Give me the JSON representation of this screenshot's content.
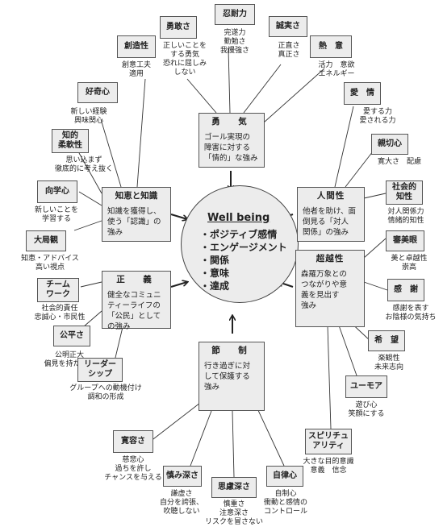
{
  "center": {
    "title": "Well being",
    "items": [
      "・ポジティブ感情",
      "・エンゲージメント",
      "・関係",
      "・意味",
      "・達成"
    ]
  },
  "virtues": {
    "courage": {
      "title": "勇　気",
      "desc": "ゴール実現の\n障害に対する\n「情的」な強み"
    },
    "wisdom": {
      "title": "知恵と知識",
      "desc": "知識を獲得し、\n使う「認識」の\n強み"
    },
    "humanity": {
      "title": "人間性",
      "desc": "他者を助け、面\n倒見る「対人\n関係」の強み"
    },
    "justice": {
      "title": "正　義",
      "desc": "健全なコミュニ\nティーライフの\n「公民」として\nの強み"
    },
    "transcendence": {
      "title": "超越性",
      "desc": "森羅万象との\nつながりや意\n義を見出す\n強み"
    },
    "temperance": {
      "title": "節　制",
      "desc": "行き過ぎに対\nして保護する\n強み"
    }
  },
  "strengths": {
    "bravery": {
      "label": "勇敢さ",
      "desc": "正しいことを\nする勇気\n恐れに屈しみ\nしない"
    },
    "perseverance": {
      "label": "忍耐力",
      "desc": "完遂力\n勤勉さ\n我慢強さ"
    },
    "honesty": {
      "label": "誠実さ",
      "desc": "正直さ\n真正さ"
    },
    "zest": {
      "label": "熱　意",
      "desc": "活力　意欲\nエネルギー"
    },
    "creativity": {
      "label": "創造性",
      "desc": "創意工夫\n適用"
    },
    "curiosity": {
      "label": "好奇心",
      "desc": "新しい経験\n興味関心"
    },
    "open_mind": {
      "label": "知的\n柔軟性",
      "desc": "思い込まず\n徹底的に考え抜く"
    },
    "love_learning": {
      "label": "向学心",
      "desc": "新しいことを\n学習する"
    },
    "perspective": {
      "label": "大局観",
      "desc": "知恵・アドバイス\n高い視点"
    },
    "love": {
      "label": "愛　情",
      "desc": "愛する力\n愛される力"
    },
    "kindness": {
      "label": "親切心",
      "desc": "寛大さ　配慮"
    },
    "social_iq": {
      "label": "社会的\n知性",
      "desc": "対人関係力\n情緒的知性"
    },
    "teamwork": {
      "label": "チーム\nワーク",
      "desc": "社会的責任\n忠誠心・市民性"
    },
    "fairness": {
      "label": "公平さ",
      "desc": "公明正大\n偏見を持たない"
    },
    "leadership": {
      "label": "リーダー\nシップ",
      "desc": "グループへの動機付け\n調和の形成"
    },
    "beauty": {
      "label": "審美眼",
      "desc": "美と卓越性\n崇高"
    },
    "gratitude": {
      "label": "感　謝",
      "desc": "感謝を表す\nお陰様の気持ち"
    },
    "hope": {
      "label": "希　望",
      "desc": "楽観性\n未来志向"
    },
    "humor": {
      "label": "ユーモア",
      "desc": "遊び心\n笑顔にする"
    },
    "spirituality": {
      "label": "スピリチュ\nアリティ",
      "desc": "大きな目的意識\n意義　信念"
    },
    "forgiveness": {
      "label": "寛容さ",
      "desc": "慈悲心\n過ちを許し\nチャンスを与える"
    },
    "modesty": {
      "label": "慎み深さ",
      "desc": "謙虚さ\n自分を誇張、\n吹聴しない"
    },
    "prudence": {
      "label": "思慮深さ",
      "desc": "慎重さ\n注意深さ\nリスクを冒さない"
    },
    "self_reg": {
      "label": "自律心",
      "desc": "自制心\n衝動と感情の\nコントロール"
    }
  }
}
